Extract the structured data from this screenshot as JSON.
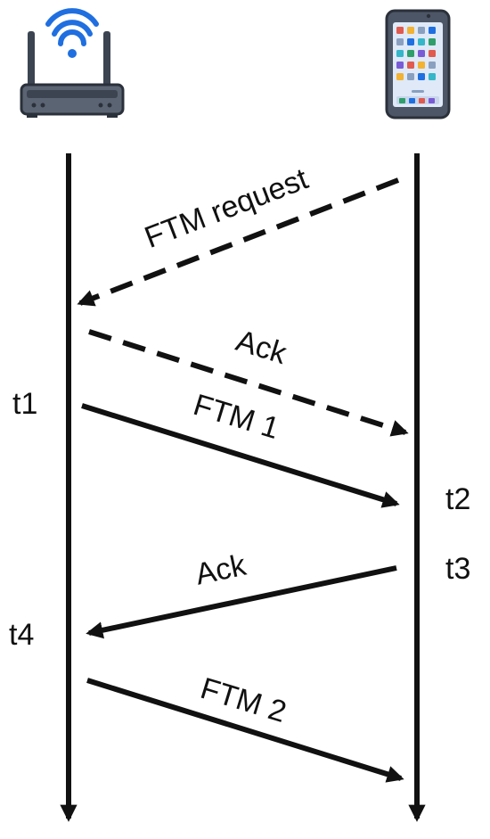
{
  "devices": {
    "access_point": {
      "icon": "wifi-router-icon"
    },
    "station": {
      "icon": "smartphone-icon"
    }
  },
  "messages": [
    {
      "label": "FTM request",
      "style": "dashed",
      "direction": "station-to-ap"
    },
    {
      "label": "Ack",
      "style": "dashed",
      "direction": "ap-to-station"
    },
    {
      "label": "FTM 1",
      "style": "solid",
      "direction": "ap-to-station"
    },
    {
      "label": "Ack",
      "style": "solid",
      "direction": "station-to-ap"
    },
    {
      "label": "FTM 2",
      "style": "solid",
      "direction": "ap-to-station"
    }
  ],
  "timestamps": {
    "t1": "t1",
    "t2": "t2",
    "t3": "t3",
    "t4": "t4"
  },
  "colors": {
    "line": "#111111",
    "router_body": "#5b6472",
    "router_dark": "#3c4452",
    "wifi": "#1f6fe0",
    "phone_body": "#4d5666",
    "phone_screen": "#dfe9f7"
  }
}
